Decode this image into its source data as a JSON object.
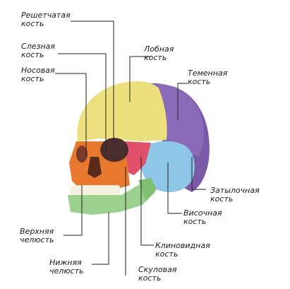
{
  "colors": {
    "frontal": "#ecdf7e",
    "parietal": "#7a5aa6",
    "occipital": "#7a5aa6",
    "temporal": "#8ec6e8",
    "sphenoid": "#e0506a",
    "zygomatic": "#e0506a",
    "maxilla": "#e8782e",
    "mandible": "#9cd08e",
    "teeth": "#f4f1de",
    "orbit": "#4a2e2e",
    "line": "#222222"
  },
  "labels": {
    "ethmoid": {
      "line1": "Решетчатая",
      "line2": "кость"
    },
    "lacrimal": {
      "line1": "Слезная",
      "line2": "кость"
    },
    "nasal": {
      "line1": "Носовая",
      "line2": "кость"
    },
    "frontal": {
      "line1": "Лобная",
      "line2": "кость"
    },
    "parietal": {
      "line1": "Теменная",
      "line2": "кость"
    },
    "occipital": {
      "line1": "Затылочная",
      "line2": "кость"
    },
    "temporal": {
      "line1": "Височная",
      "line2": "кость"
    },
    "sphenoid": {
      "line1": "Клиновидная",
      "line2": "кость"
    },
    "zygomatic": {
      "line1": "Скуловая",
      "line2": "кость"
    },
    "maxilla": {
      "line1": "Верхняя",
      "line2": "челюсть"
    },
    "mandible": {
      "line1": "Нижняя",
      "line2": "челюсть"
    }
  }
}
